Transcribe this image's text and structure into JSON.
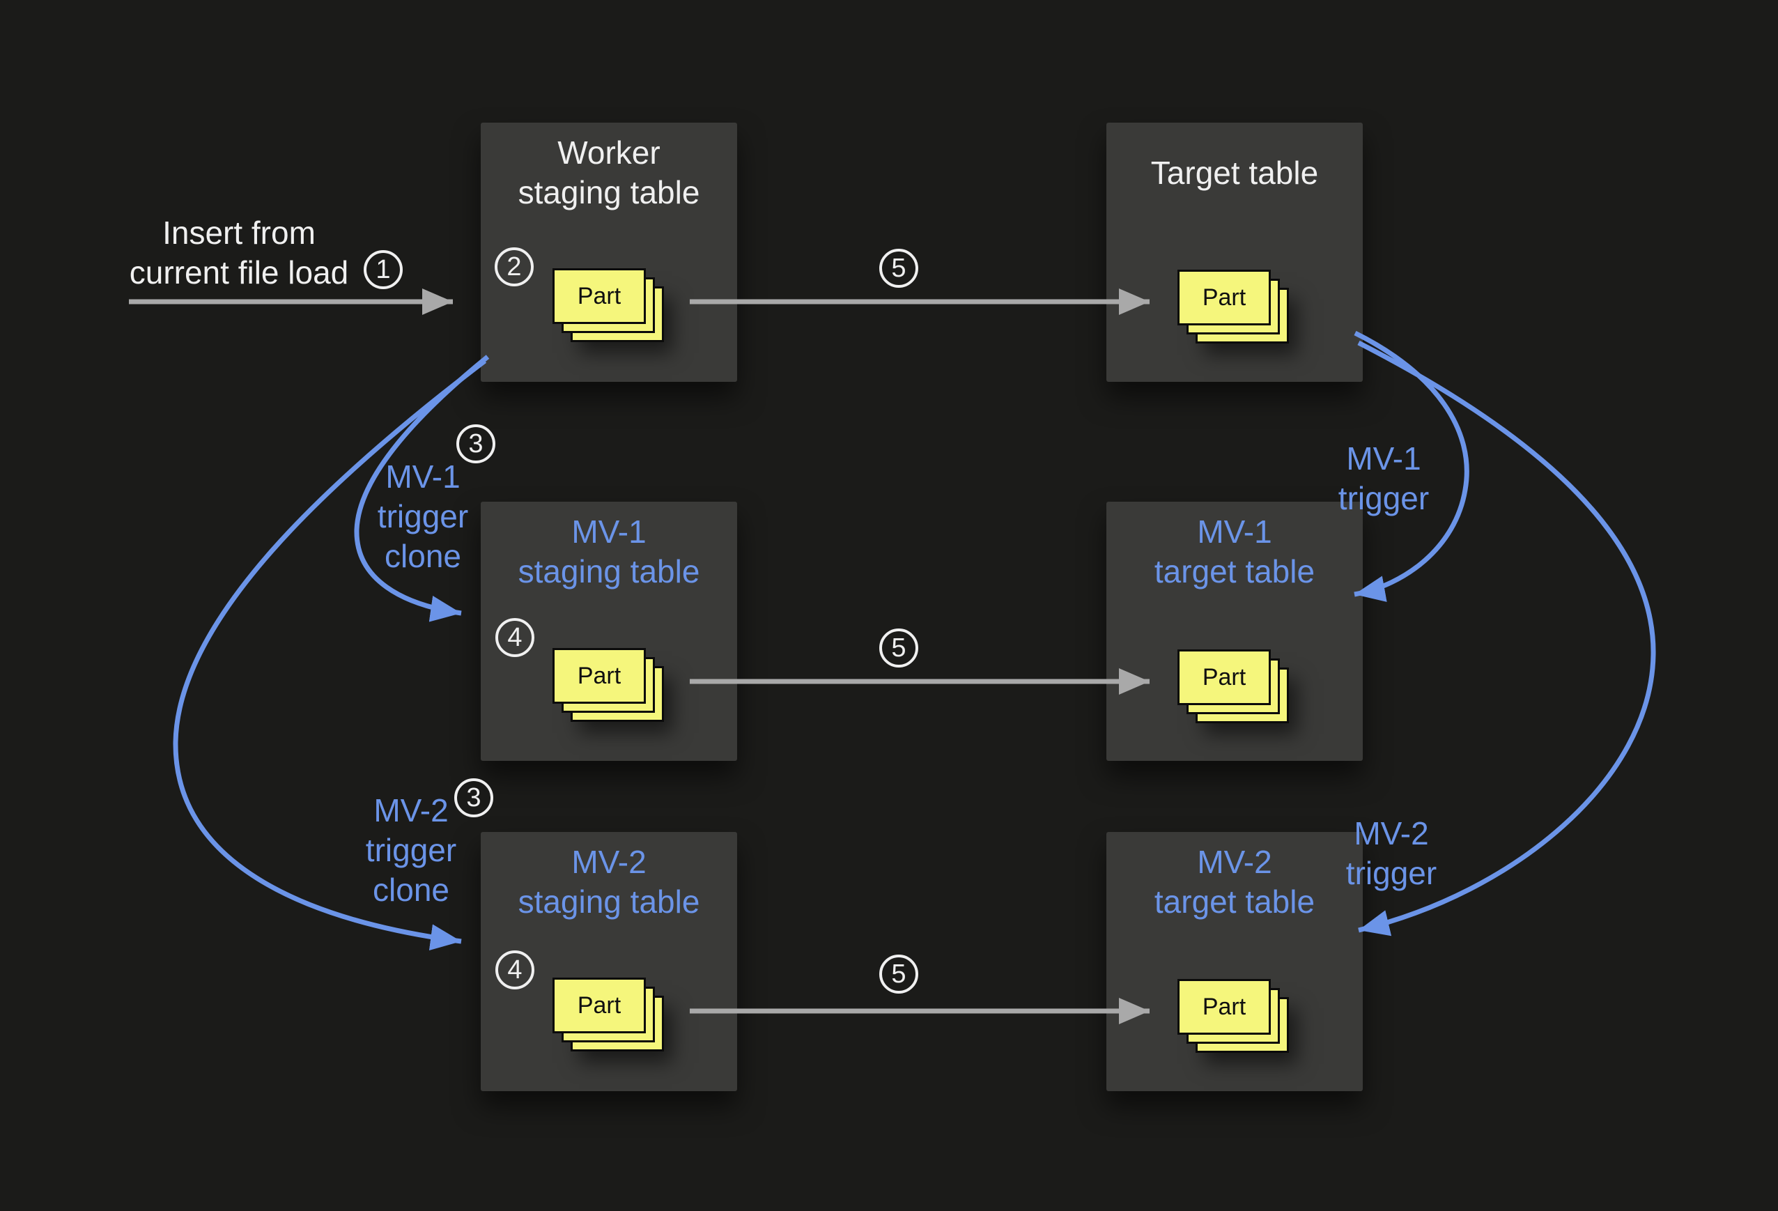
{
  "colors": {
    "background": "#1b1b19",
    "box_fill": "#3a3a38",
    "accent_blue": "#6b94e8",
    "card_yellow": "#f5f67c",
    "arrow_gray": "#a9a9a9",
    "text_white": "#f0f0f0"
  },
  "insert_label": {
    "lines": [
      "Insert from",
      "current file load"
    ]
  },
  "steps": {
    "s1": "1",
    "s2": "2",
    "s3": "3",
    "s4": "4",
    "s5": "5"
  },
  "boxes": {
    "worker_staging": {
      "lines": [
        "Worker",
        "staging table"
      ],
      "part_label": "Part"
    },
    "target": {
      "lines": [
        "Target table"
      ],
      "part_label": "Part"
    },
    "mv1_staging": {
      "lines": [
        "MV-1",
        "staging table"
      ],
      "part_label": "Part"
    },
    "mv1_target": {
      "lines": [
        "MV-1",
        "target table"
      ],
      "part_label": "Part"
    },
    "mv2_staging": {
      "lines": [
        "MV-2",
        "staging table"
      ],
      "part_label": "Part"
    },
    "mv2_target": {
      "lines": [
        "MV-2",
        "target table"
      ],
      "part_label": "Part"
    }
  },
  "edge_labels": {
    "mv1_trigger_clone": {
      "lines": [
        "MV-1",
        "trigger",
        "clone"
      ]
    },
    "mv2_trigger_clone": {
      "lines": [
        "MV-2",
        "trigger",
        "clone"
      ]
    },
    "mv1_trigger": {
      "lines": [
        "MV-1",
        "trigger"
      ]
    },
    "mv2_trigger": {
      "lines": [
        "MV-2",
        "trigger"
      ]
    }
  }
}
